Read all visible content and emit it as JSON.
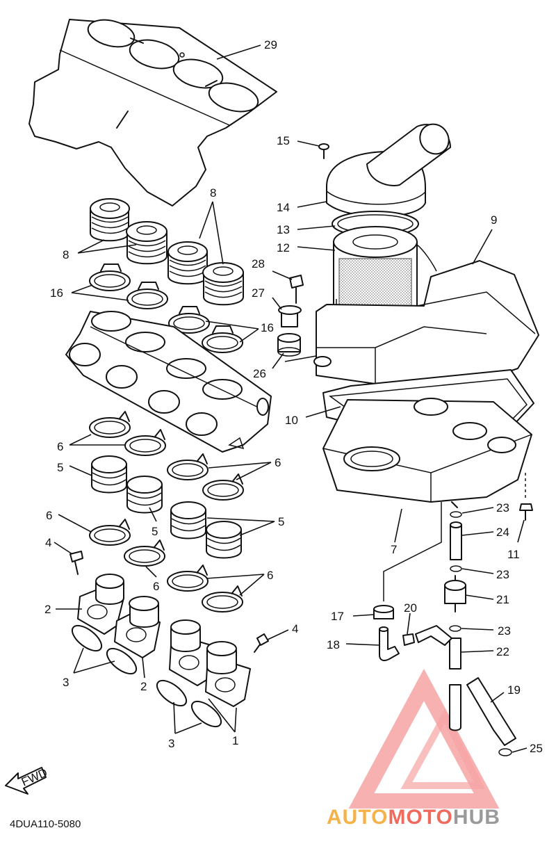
{
  "diagram": {
    "code": "4DUA110-5080",
    "fwd_label": "FWD",
    "watermark": {
      "part1": "AUTO",
      "part2": "MOTO",
      "part3": "HUB"
    },
    "callouts": [
      {
        "id": "c29",
        "text": "29"
      },
      {
        "id": "c15",
        "text": "15"
      },
      {
        "id": "c14",
        "text": "14"
      },
      {
        "id": "c13",
        "text": "13"
      },
      {
        "id": "c12",
        "text": "12"
      },
      {
        "id": "c9",
        "text": "9"
      },
      {
        "id": "c8a",
        "text": "8"
      },
      {
        "id": "c8b",
        "text": "8"
      },
      {
        "id": "c28",
        "text": "28"
      },
      {
        "id": "c27",
        "text": "27"
      },
      {
        "id": "c16a",
        "text": "16"
      },
      {
        "id": "c16b",
        "text": "16"
      },
      {
        "id": "c26",
        "text": "26"
      },
      {
        "id": "c10",
        "text": "10"
      },
      {
        "id": "c6a",
        "text": "6"
      },
      {
        "id": "c5a",
        "text": "5"
      },
      {
        "id": "c6b",
        "text": "6"
      },
      {
        "id": "c6c",
        "text": "6"
      },
      {
        "id": "c5b",
        "text": "5"
      },
      {
        "id": "c5c",
        "text": "5"
      },
      {
        "id": "c4a",
        "text": "4"
      },
      {
        "id": "c6d",
        "text": "6"
      },
      {
        "id": "c6e",
        "text": "6"
      },
      {
        "id": "c2a",
        "text": "2"
      },
      {
        "id": "c4b",
        "text": "4"
      },
      {
        "id": "c3a",
        "text": "3"
      },
      {
        "id": "c2b",
        "text": "2"
      },
      {
        "id": "c3b",
        "text": "3"
      },
      {
        "id": "c1",
        "text": "1"
      },
      {
        "id": "c23a",
        "text": "23"
      },
      {
        "id": "c24",
        "text": "24"
      },
      {
        "id": "c7",
        "text": "7"
      },
      {
        "id": "c11",
        "text": "11"
      },
      {
        "id": "c23b",
        "text": "23"
      },
      {
        "id": "c21",
        "text": "21"
      },
      {
        "id": "c17",
        "text": "17"
      },
      {
        "id": "c20",
        "text": "20"
      },
      {
        "id": "c23c",
        "text": "23"
      },
      {
        "id": "c18",
        "text": "18"
      },
      {
        "id": "c22",
        "text": "22"
      },
      {
        "id": "c19",
        "text": "19"
      },
      {
        "id": "c25",
        "text": "25"
      }
    ]
  }
}
